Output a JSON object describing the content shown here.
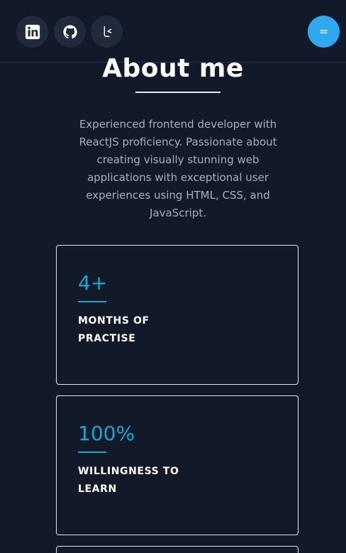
{
  "header": {
    "social": [
      {
        "icon": "linkedin-icon"
      },
      {
        "icon": "github-icon"
      },
      {
        "icon": "leetcode-icon"
      }
    ],
    "menu_label": "="
  },
  "about": {
    "title": "About me",
    "intro": "Experienced frontend developer with ReactJS proficiency. Passionate about creating visually stunning web applications with exceptional user experiences using HTML, CSS, and JavaScript."
  },
  "stats": [
    {
      "value": "4+",
      "label": "Months of practise"
    },
    {
      "value": "100%",
      "label": "Willingness to learn"
    }
  ],
  "colors": {
    "background": "#121a2a",
    "accent": "#16a7cf",
    "menu_button": "#2ea8ef",
    "text_muted": "#a7aebb"
  }
}
